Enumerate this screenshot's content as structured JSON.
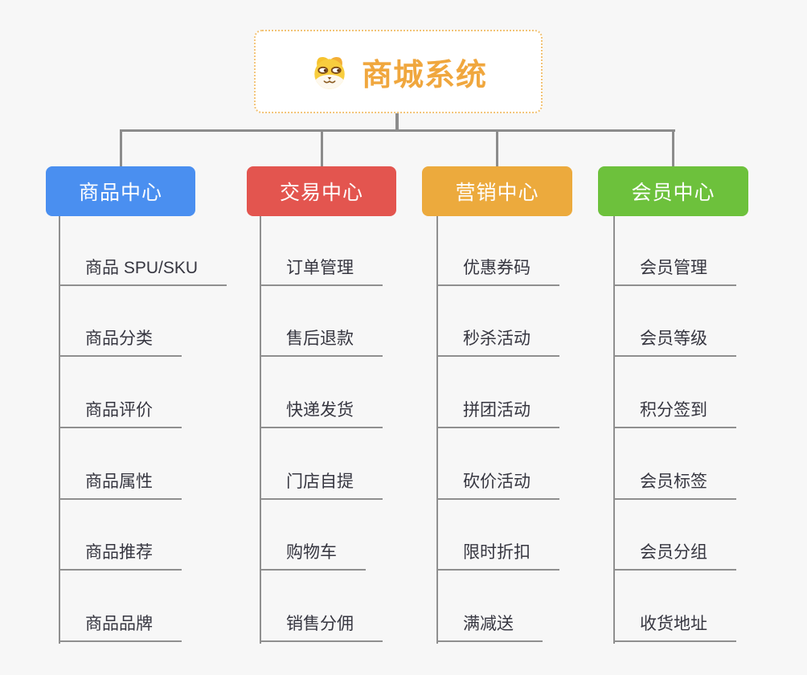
{
  "page": {
    "background": "#f7f7f7",
    "connector_color": "#8c8c8c",
    "topic_text_color": "#363640"
  },
  "root": {
    "title": "商城系统",
    "title_color": "#f0a73e",
    "border_color": "#f2c376",
    "icon": "shiba-dog-face-icon"
  },
  "branches": [
    {
      "label": "商品中心",
      "color": "#4a8ff0",
      "children": [
        "商品 SPU/SKU",
        "商品分类",
        "商品评价",
        "商品属性",
        "商品推荐",
        "商品品牌"
      ]
    },
    {
      "label": "交易中心",
      "color": "#e3554f",
      "children": [
        "订单管理",
        "售后退款",
        "快递发货",
        "门店自提",
        "购物车",
        "销售分佣"
      ]
    },
    {
      "label": "营销中心",
      "color": "#ecaa3d",
      "children": [
        "优惠券码",
        "秒杀活动",
        "拼团活动",
        "砍价活动",
        "限时折扣",
        "满减送"
      ]
    },
    {
      "label": "会员中心",
      "color": "#6dc13c",
      "children": [
        "会员管理",
        "会员等级",
        "积分签到",
        "会员标签",
        "会员分组",
        "收货地址"
      ]
    }
  ]
}
